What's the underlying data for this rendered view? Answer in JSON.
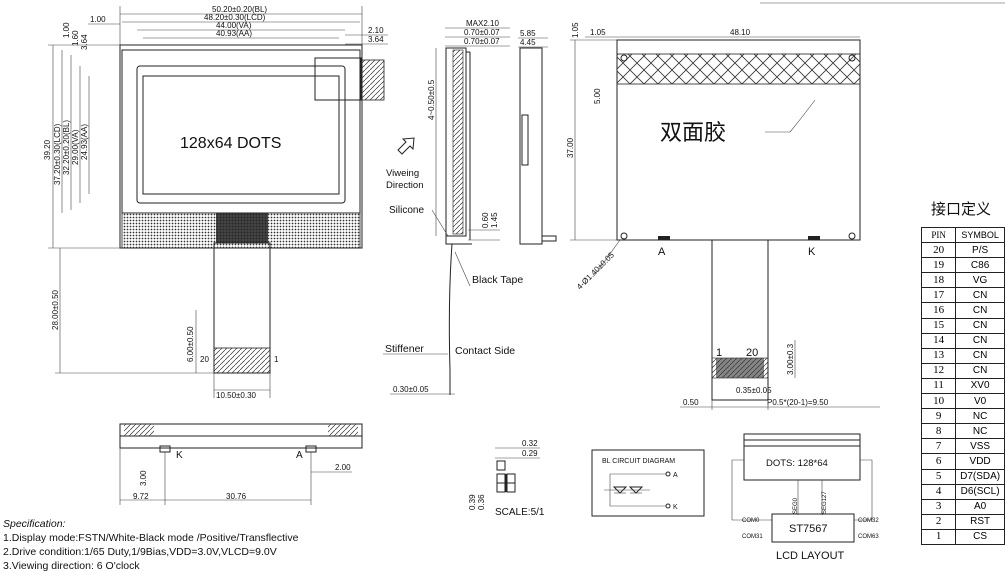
{
  "front": {
    "dims_top": [
      "50.20±0.20(BL)",
      "48.20±0.30(LCD)",
      "44.00(VA)",
      "40.93(AA)"
    ],
    "dim_left_small": "1.00",
    "dim_right_small": [
      "2.10",
      "3.64"
    ],
    "dim_top_left_vert": [
      "1.00",
      "1.60",
      "3.64"
    ],
    "dims_left": [
      "39.20",
      "37.20±0.30(LCD)",
      "32.20±0.20(BL)",
      "29.00(VA)",
      "24.93(AA)"
    ],
    "dim_viewing_inner": "4~0.50±0.5",
    "screen_text": "128x64 DOTS",
    "viewing_label": "Viweing Direction",
    "fpc_length": "28.00±0.50",
    "fpc_tab": "6.00±0.50",
    "fpc_width": "10.50±0.30",
    "pin_20": "20",
    "pin_1": "1"
  },
  "side": {
    "dims": [
      "MAX2.10",
      "0.70±0.07",
      "0.70±0.07",
      "5.85",
      "4.45"
    ],
    "small": [
      "0.60",
      "1.45"
    ],
    "labels": {
      "silicone": "Silicone",
      "black_tape": "Black Tape",
      "stiffener": "Stiffener",
      "contact_side": "Contact Side"
    },
    "thickness": "0.30±0.05"
  },
  "back": {
    "dim_top_left": "1.05",
    "dim_top_a": "1.05",
    "dim_top_width": "48.10",
    "dim_left_small": "5.00",
    "dim_height": "37.00",
    "adhesive": "双面胶",
    "holes": "4-Ø1.40±0.05",
    "label_a": "A",
    "label_k": "K",
    "fpc_dim": "3.00±0.3",
    "pin_1": "1",
    "pin_20": "20",
    "pitch_dim": "0.35±0.05",
    "pitch": "P0.5*(20-1)=9.50",
    "edge": "0.50"
  },
  "bottom": {
    "k": "K",
    "a": "A",
    "dim_h": "3.00",
    "dim_2": "2.00",
    "dim_left": "9.72",
    "dim_mid": "30.76"
  },
  "scale": {
    "dims_top": [
      "0.32",
      "0.29"
    ],
    "dims_left": [
      "0.39",
      "0.36"
    ],
    "label": "SCALE:5/1"
  },
  "bl_circuit": {
    "title": "BL CIRCUIT DIAGRAM",
    "a": "A",
    "k": "K"
  },
  "lcd_layout": {
    "dots": "DOTS:  128*64",
    "chip": "ST7567",
    "com0": "COM0",
    "seg0": "SEG0",
    "seg127": "SEG127",
    "com32": "COM32",
    "com31": "COM31",
    "com63": "COM63",
    "caption": "LCD  LAYOUT"
  },
  "spec": {
    "heading": "Specification:",
    "line1": "1.Display mode:FSTN/White-Black mode /Positive/Transflective",
    "line2": "2.Drive condition:1/65 Duty,1/9Bias,VDD=3.0V,VLCD=9.0V",
    "line3": "3.Viewing direction: 6 O'clock"
  },
  "pin_table": {
    "title": "接口定义",
    "header": [
      "PIN",
      "SYMBOL"
    ],
    "rows": [
      [
        "20",
        "P/S"
      ],
      [
        "19",
        "C86"
      ],
      [
        "18",
        "VG"
      ],
      [
        "17",
        "CN"
      ],
      [
        "16",
        "CN"
      ],
      [
        "15",
        "CN"
      ],
      [
        "14",
        "CN"
      ],
      [
        "13",
        "CN"
      ],
      [
        "12",
        "CN"
      ],
      [
        "11",
        "XV0"
      ],
      [
        "10",
        "V0"
      ],
      [
        "9",
        "NC"
      ],
      [
        "8",
        "NC"
      ],
      [
        "7",
        "VSS"
      ],
      [
        "6",
        "VDD"
      ],
      [
        "5",
        "D7(SDA)"
      ],
      [
        "4",
        "D6(SCL)"
      ],
      [
        "3",
        "A0"
      ],
      [
        "2",
        "RST"
      ],
      [
        "1",
        "CS"
      ]
    ]
  }
}
